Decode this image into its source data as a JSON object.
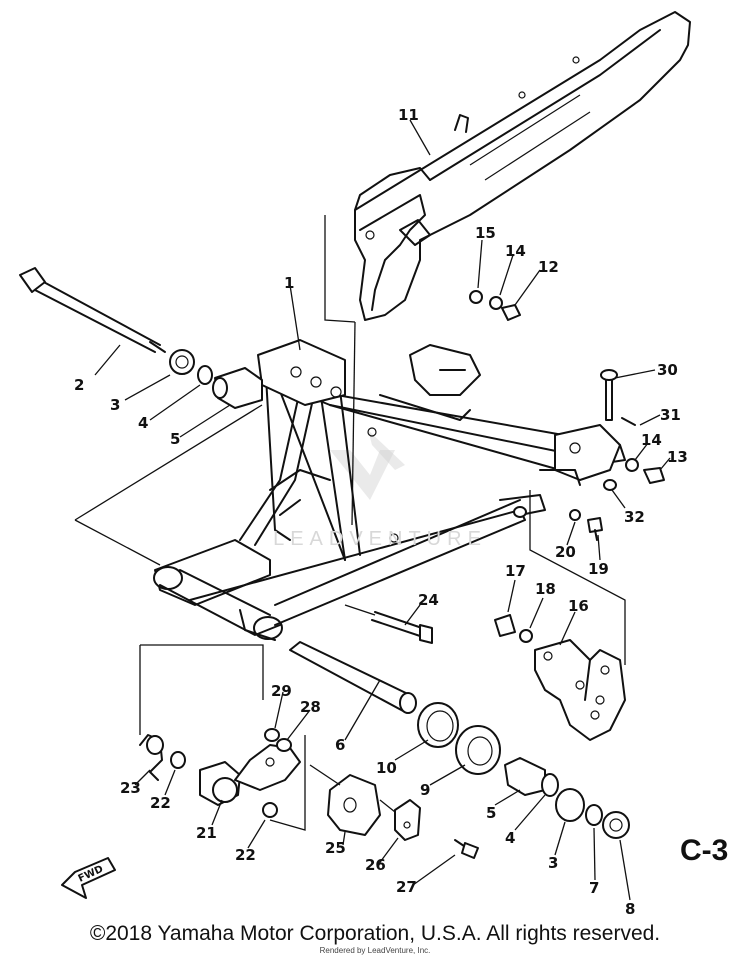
{
  "diagram": {
    "page_code": "C-3",
    "copyright": "©2018 Yamaha Motor Corporation, U.S.A. All rights reserved.",
    "render_note": "Rendered by LeadVenture, Inc.",
    "watermark_text": "LEADVENTURE",
    "fwd_label": "FWD",
    "callouts": [
      {
        "id": "c1",
        "label": "1"
      },
      {
        "id": "c2",
        "label": "2"
      },
      {
        "id": "c3a",
        "label": "3"
      },
      {
        "id": "c4a",
        "label": "4"
      },
      {
        "id": "c5a",
        "label": "5"
      },
      {
        "id": "c6",
        "label": "6"
      },
      {
        "id": "c9",
        "label": "9"
      },
      {
        "id": "c10",
        "label": "10"
      },
      {
        "id": "c11",
        "label": "11"
      },
      {
        "id": "c12",
        "label": "12"
      },
      {
        "id": "c13",
        "label": "13"
      },
      {
        "id": "c14a",
        "label": "14"
      },
      {
        "id": "c14b",
        "label": "14"
      },
      {
        "id": "c15",
        "label": "15"
      },
      {
        "id": "c16",
        "label": "16"
      },
      {
        "id": "c17",
        "label": "17"
      },
      {
        "id": "c18",
        "label": "18"
      },
      {
        "id": "c19",
        "label": "19"
      },
      {
        "id": "c20",
        "label": "20"
      },
      {
        "id": "c21",
        "label": "21"
      },
      {
        "id": "c22a",
        "label": "22"
      },
      {
        "id": "c22b",
        "label": "22"
      },
      {
        "id": "c23",
        "label": "23"
      },
      {
        "id": "c24",
        "label": "24"
      },
      {
        "id": "c25",
        "label": "25"
      },
      {
        "id": "c26",
        "label": "26"
      },
      {
        "id": "c27",
        "label": "27"
      },
      {
        "id": "c28",
        "label": "28"
      },
      {
        "id": "c29",
        "label": "29"
      },
      {
        "id": "c30",
        "label": "30"
      },
      {
        "id": "c31",
        "label": "31"
      },
      {
        "id": "c32",
        "label": "32"
      },
      {
        "id": "c5b",
        "label": "5"
      },
      {
        "id": "c4b",
        "label": "4"
      },
      {
        "id": "c3b",
        "label": "3"
      },
      {
        "id": "c7",
        "label": "7"
      },
      {
        "id": "c8",
        "label": "8"
      }
    ]
  }
}
